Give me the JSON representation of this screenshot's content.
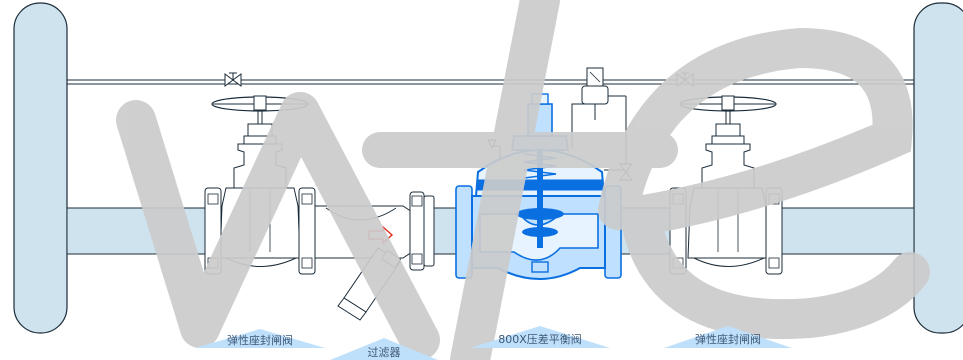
{
  "labels": {
    "valve_left": "弹性座封闸阀",
    "filter": "过滤器",
    "valve_main": "800X压差平衡阀",
    "valve_right": "弹性座封闸阀"
  },
  "colors": {
    "pipe_fill": "#cfe3ef",
    "pipe_stroke": "#1b2c3a",
    "valve_blue": "#0a6fe0",
    "valve_blue_light": "#bfe0ff",
    "label_tri": "#bfe0fb",
    "label_text": "#3d5877",
    "watermark": "#cccccc"
  },
  "flow_arrow": "arrow-right-icon"
}
